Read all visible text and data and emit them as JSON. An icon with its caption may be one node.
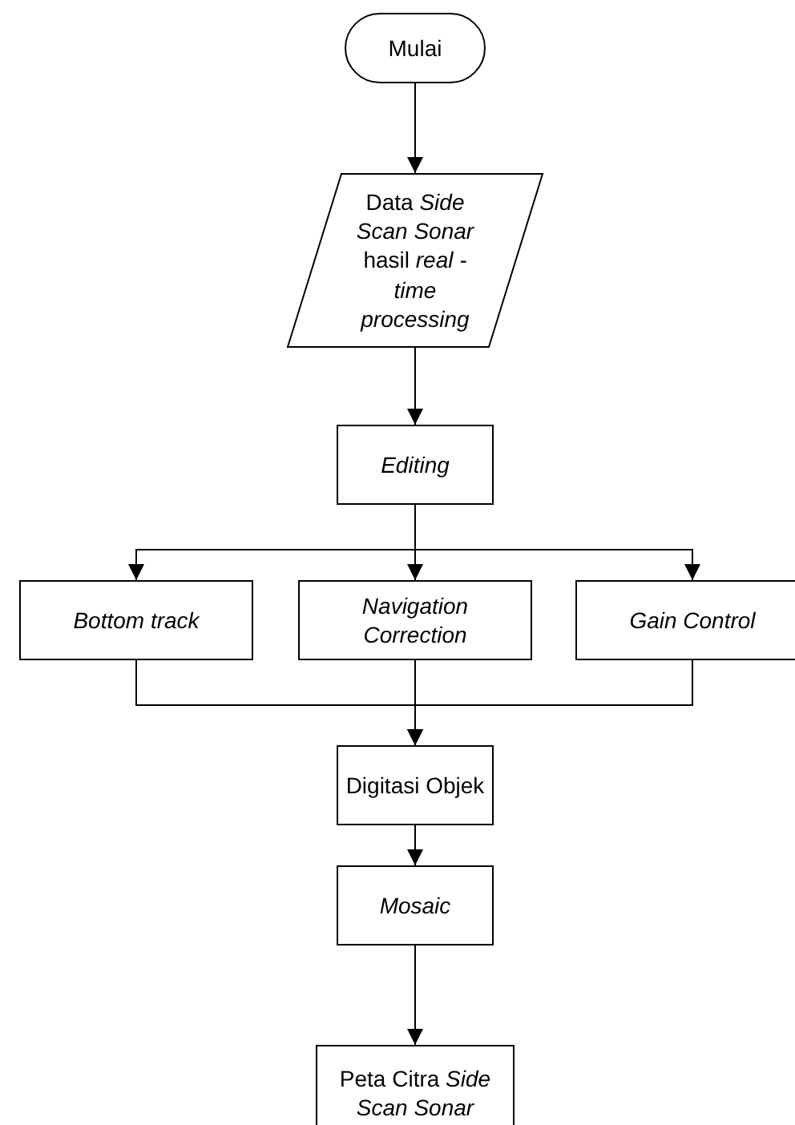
{
  "diagram": {
    "nodes": [
      {
        "text": [
          "Mulai"
        ]
      },
      {
        "text": [
          "Data *Side Scan Sonar* hasil *real - time processing*"
        ]
      },
      {
        "text": [
          "Editing"
        ]
      },
      {
        "text": [
          "Bottom track"
        ]
      },
      {
        "text": [
          "Navigation Correction"
        ]
      },
      {
        "text": [
          "Gain Control"
        ]
      },
      {
        "text": [
          "Digitasi Objek"
        ]
      },
      {
        "text": [
          "Mosaic"
        ]
      },
      {
        "text": [
          "Peta Citra *Side Scan Sonar*"
        ]
      }
    ],
    "edges": [
      {
        "from": 0,
        "to": 1,
        "arrow": "to"
      },
      {
        "from": 1,
        "to": 2,
        "arrow": "to"
      },
      {
        "from": 2,
        "to": 3,
        "arrow": "to"
      },
      {
        "from": 2,
        "to": 4,
        "arrow": "to"
      },
      {
        "from": 2,
        "to": 5,
        "arrow": "to"
      },
      {
        "from": 3,
        "to": 6,
        "arrow": "to"
      },
      {
        "from": 4,
        "to": 6,
        "arrow": "to"
      },
      {
        "from": 5,
        "to": 6,
        "arrow": "to"
      },
      {
        "from": 6,
        "to": 7,
        "arrow": "to"
      },
      {
        "from": 7,
        "to": 8,
        "arrow": "to"
      }
    ]
  }
}
